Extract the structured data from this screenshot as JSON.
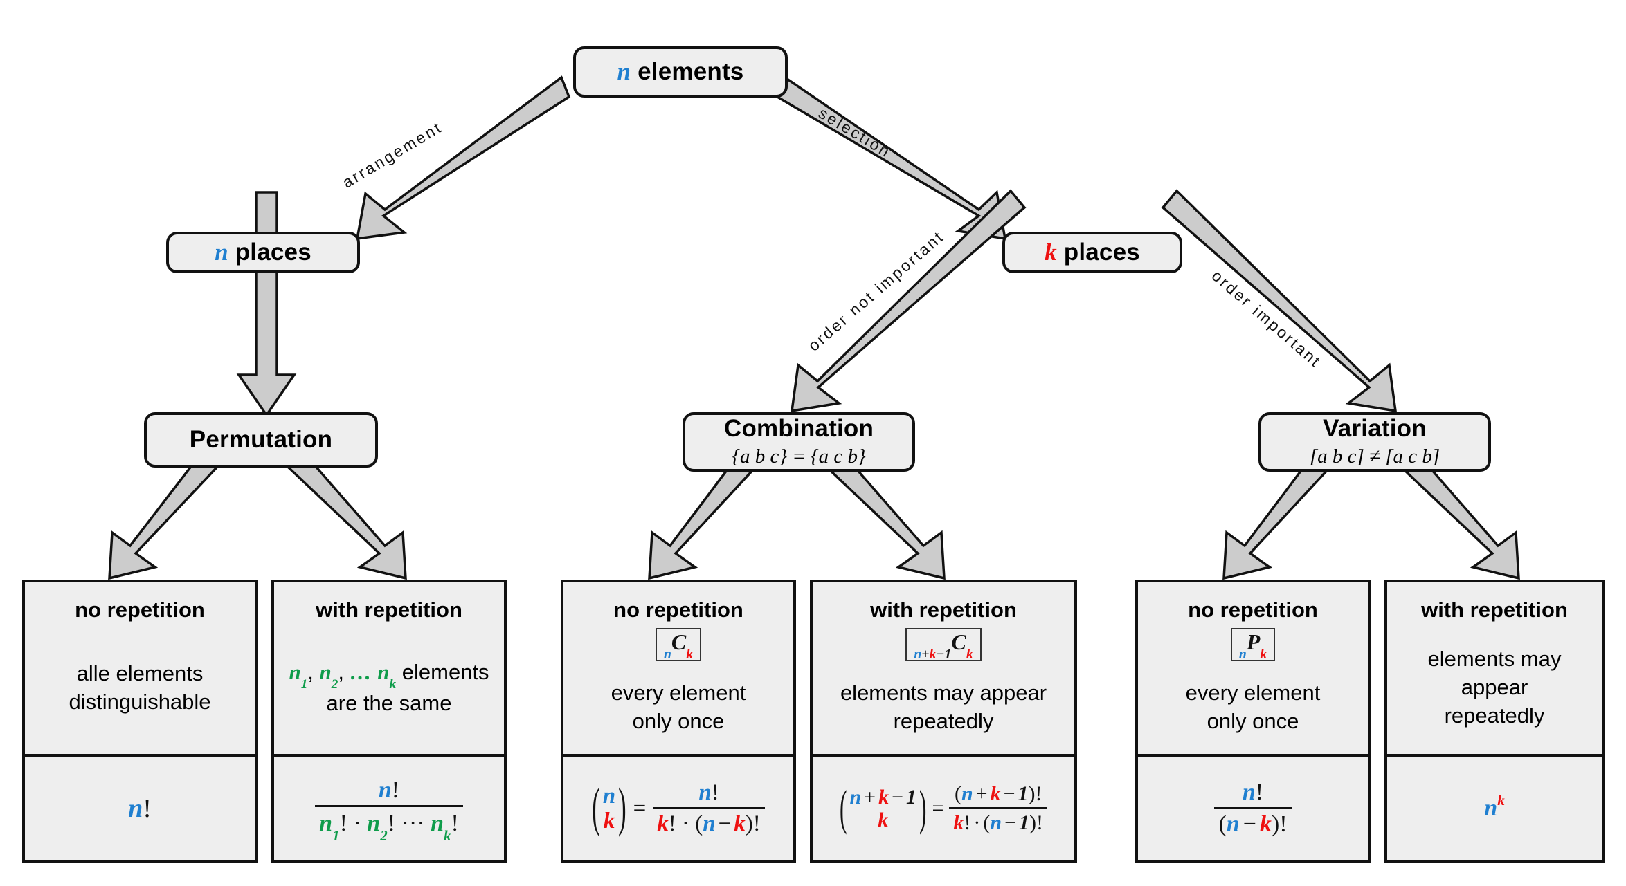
{
  "diagram": {
    "title": "Combinatorics decision tree",
    "colors": {
      "blue": "#1f7fd0",
      "red": "#ee1111",
      "green": "#0e9c4a",
      "node_fill": "#eeeeee",
      "node_stroke": "#111111",
      "arrow_fill": "#cccccc",
      "arrow_stroke": "#111111",
      "background": "#ffffff"
    }
  },
  "nodes": {
    "root": {
      "var": "n",
      "var_color": "blue",
      "label": "elements"
    },
    "n_places": {
      "var": "n",
      "var_color": "blue",
      "label": "places"
    },
    "k_places": {
      "var": "k",
      "var_color": "red",
      "label": "places"
    },
    "permutation": {
      "label": "Permutation",
      "subtitle": ""
    },
    "combination": {
      "label": "Combination",
      "subtitle": "{a b c} = {a c b}"
    },
    "variation": {
      "label": "Variation",
      "subtitle": "[a b c] ≠ [a c b]"
    }
  },
  "edge_labels": {
    "arrangement": "arrangement",
    "selection": "selection",
    "order_not_important": "order not important",
    "order_important": "order important"
  },
  "cards": [
    {
      "id": "permutation-no-repetition",
      "header": "no repetition",
      "notation": null,
      "description": [
        "alle elements",
        "distinguishable"
      ],
      "formula_text": "n!"
    },
    {
      "id": "permutation-with-repetition",
      "header": "with repetition",
      "notation": null,
      "description": [
        "n₁, n₂, … nₖ elements",
        "are the same"
      ],
      "formula_text": "n! / (n₁! · n₂! ⋯ nₖ!)"
    },
    {
      "id": "combination-no-repetition",
      "header": "no repetition",
      "notation": "nCk",
      "description": [
        "every element",
        "only once"
      ],
      "formula_text": "(n choose k) = n! / (k! · (n − k)!)"
    },
    {
      "id": "combination-with-repetition",
      "header": "with repetition",
      "notation": "n+k−1Ck",
      "description": [
        "elements may appear",
        "repeatedly"
      ],
      "formula_text": "(n+k−1 choose k) = (n + k − 1)! / (k! · (n − 1)!)"
    },
    {
      "id": "variation-no-repetition",
      "header": "no repetition",
      "notation": "nPk",
      "description": [
        "every element",
        "only once"
      ],
      "formula_text": "n! / (n − k)!"
    },
    {
      "id": "variation-with-repetition",
      "header": "with repetition",
      "notation": null,
      "description": [
        "elements may appear",
        "repeatedly"
      ],
      "formula_text": "nᵏ"
    }
  ],
  "symbols": {
    "n": "n",
    "k": "k",
    "C": "C",
    "P": "P",
    "one": "1",
    "bang": "!",
    "plus": "+",
    "minus": "−",
    "dot": "·",
    "equals": "=",
    "ellipsis": "⋯",
    "comma": ",",
    "dots": "…",
    "lparen": "(",
    "rparen": ")",
    "sub1": "1",
    "sub2": "2"
  }
}
